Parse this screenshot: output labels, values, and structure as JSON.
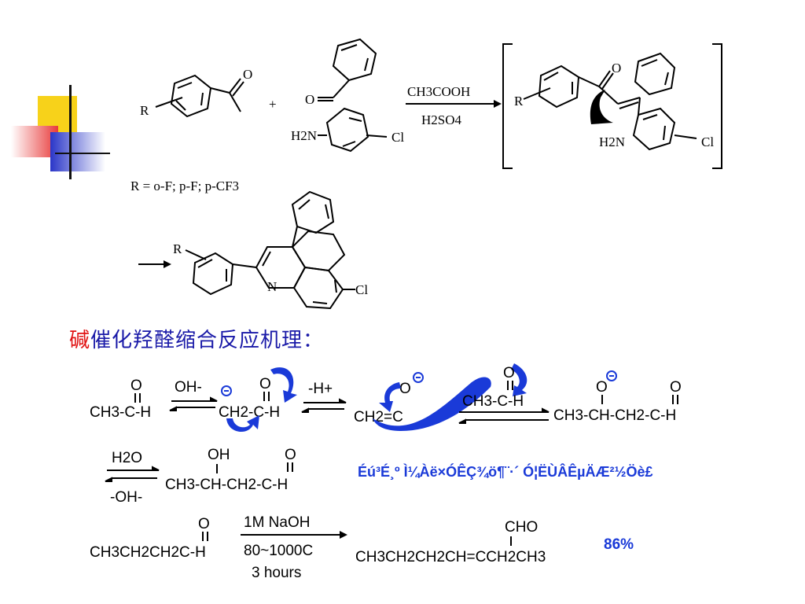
{
  "reaction1": {
    "ketone_O": "O",
    "ketone_R": "R",
    "plus": "+",
    "amine_O": "O",
    "amine_NH2": "H2N",
    "amine_Cl": "Cl",
    "reagent_top": "CH3COOH",
    "reagent_bottom": "H2SO4",
    "intermediate_O": "O",
    "intermediate_R": "R",
    "intermediate_NH2": "H2N",
    "intermediate_Cl": "Cl",
    "substituents": "R = o-F; p-F; p-CF3",
    "product_R": "R",
    "product_N": "N",
    "product_Cl": "Cl"
  },
  "heading": {
    "red_part": "碱",
    "rest": "催化羟醛缩合反应机理："
  },
  "mechanism": {
    "acetaldehyde": "CH3-C-H",
    "acetaldehyde_O": "O",
    "base": "OH-",
    "enolate": "CH2-C-H",
    "enolate_O": "O",
    "deprotonation": "-H+",
    "enolate2_O": "O",
    "enolate2": "CH2=C",
    "acetaldehyde2_O": "O",
    "acetaldehyde2": "CH3-C-H",
    "alkoxide": "CH3-CH-CH2-C-H",
    "alkoxide_O1": "O",
    "alkoxide_O2": "O",
    "water": "H2O",
    "hydroxide": "-OH-",
    "aldol": "CH3-CH-CH2-C-H",
    "aldol_OH": "OH",
    "aldol_O": "O",
    "garbled_text": "Éú³É¸º Ì¼Àë×ÓÊÇ¾ö¶¨·´ Ó¦ËÙÂÊµÄÆ²½Öè£"
  },
  "example": {
    "reactant": "CH3CH2CH2C-H",
    "reactant_O": "O",
    "cond1": "1M NaOH",
    "cond2": "80~1000C",
    "cond3": "3 hours",
    "product_CHO": "CHO",
    "product": "CH3CH2CH2CH=CCH2CH3",
    "yield": "86%"
  },
  "colors": {
    "heading_blue": "#1a1aa8",
    "heading_red": "#e01010",
    "arrow_blue": "#1a3ad8",
    "deco_yellow": "#f7d21a",
    "deco_red": "#e83a3a",
    "deco_blue": "#2a36c8"
  }
}
